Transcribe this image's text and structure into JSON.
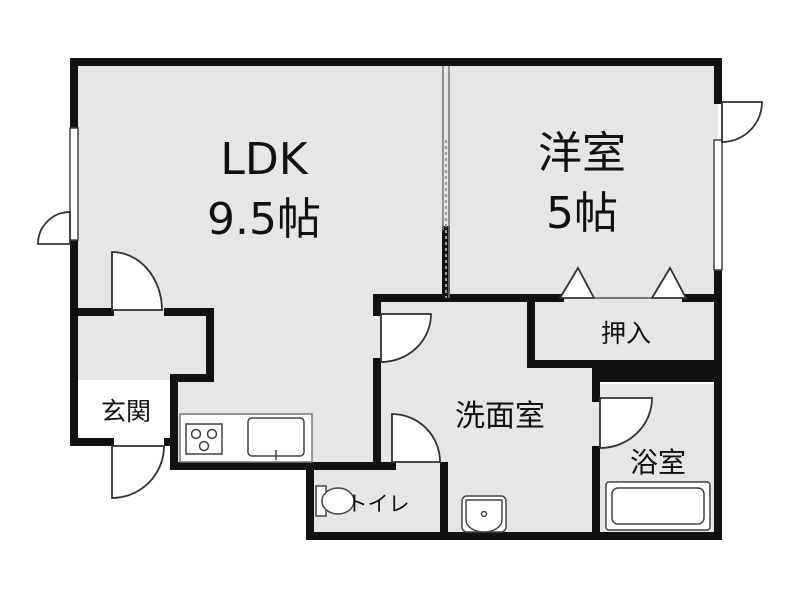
{
  "colors": {
    "wall": "#111111",
    "floor": "#e6e6e6",
    "background": "#ffffff",
    "fixture_stroke": "#555555"
  },
  "rooms": {
    "ldk": {
      "name": "LDK",
      "size": "9.5帖"
    },
    "western": {
      "name": "洋室",
      "size": "5帖"
    },
    "closet": {
      "name": "押入"
    },
    "entrance": {
      "name": "玄関"
    },
    "washroom": {
      "name": "洗面室"
    },
    "bath": {
      "name": "浴室"
    },
    "toilet": {
      "name": "トイレ"
    }
  },
  "fixtures": {
    "stove": "stove-icon",
    "sink": "kitchen-sink-icon",
    "washbasin": "washbasin-icon",
    "bathtub": "bathtub-icon",
    "toilet": "toilet-icon"
  }
}
